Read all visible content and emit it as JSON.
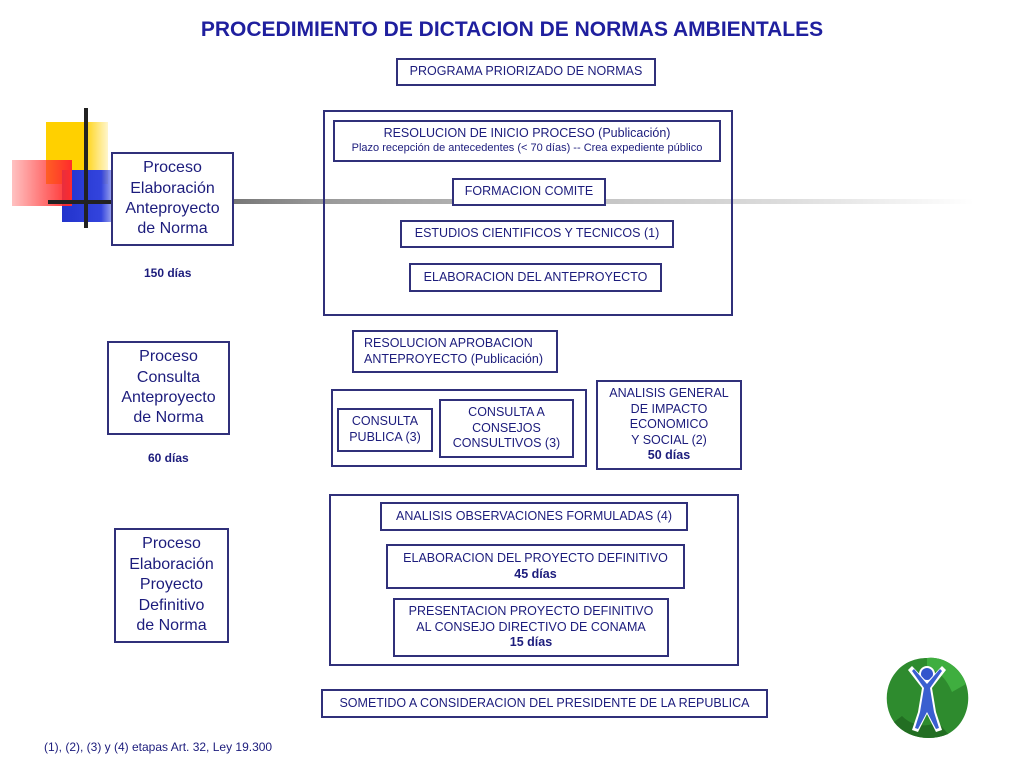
{
  "title": "PROCEDIMIENTO DE DICTACION DE NORMAS AMBIENTALES",
  "top_box": "PROGRAMA PRIORIZADO DE NORMAS",
  "stage1": {
    "label_lines": [
      "Proceso",
      "Elaboración",
      "Anteproyecto",
      "de Norma"
    ],
    "days": "150 días",
    "resolution_line1": "RESOLUCION DE INICIO PROCESO (Publicación)",
    "resolution_line2": "Plazo recepción de antecedentes (< 70 días) -- Crea expediente público",
    "comite": "FORMACION COMITE",
    "estudios": "ESTUDIOS CIENTIFICOS Y TECNICOS (1)",
    "elaboracion": "ELABORACION DEL ANTEPROYECTO"
  },
  "stage2": {
    "label_lines": [
      "Proceso",
      "Consulta",
      "Anteproyecto",
      "de Norma"
    ],
    "days": "60 días",
    "resolucion_lines": [
      "RESOLUCION APROBACION",
      "ANTEPROYECTO (Publicación)"
    ],
    "consulta_publica_lines": [
      "CONSULTA",
      "PUBLICA (3)"
    ],
    "consulta_consejos_lines": [
      "CONSULTA  A",
      "CONSEJOS",
      "CONSULTIVOS (3)"
    ],
    "analisis_lines": [
      "ANALISIS GENERAL",
      "DE  IMPACTO",
      "ECONOMICO",
      " Y SOCIAL (2)"
    ],
    "analisis_days": "50 días"
  },
  "stage3": {
    "label_lines": [
      "Proceso",
      "Elaboración",
      "Proyecto",
      "Definitivo",
      "de Norma"
    ],
    "observaciones": "ANALISIS OBSERVACIONES FORMULADAS (4)",
    "proyecto_definitivo": "ELABORACION DEL PROYECTO DEFINITIVO",
    "proyecto_days": "45 días",
    "presentacion_lines": [
      "PRESENTACION PROYECTO DEFINITIVO",
      "AL CONSEJO DIRECTIVO DE CONAMA"
    ],
    "presentacion_days": "15 días"
  },
  "final_box": "SOMETIDO A CONSIDERACION DEL PRESIDENTE DE LA REPUBLICA",
  "footnote": "(1), (2), (3) y (4) etapas Art. 32, Ley 19.300",
  "colors": {
    "text": "#1c1c7c",
    "title": "#1f1f9e",
    "border": "#30307a",
    "deco_yellow": "#ffd000",
    "deco_blue": "#2233cc",
    "deco_red": "#ff2b2b"
  }
}
